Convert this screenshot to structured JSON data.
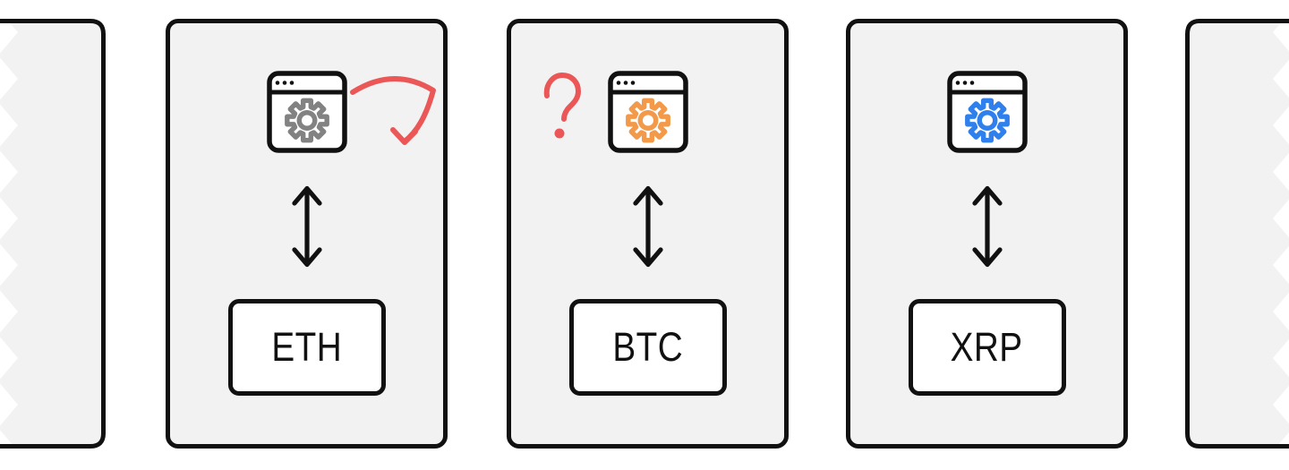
{
  "diagram": {
    "description_labels": [],
    "colors": {
      "outline": "#111111",
      "card_background": "#F2F2F2",
      "page_background": "#FFFFFF",
      "annotation_red": "#EB5757",
      "gear_gray": "#828282",
      "gear_orange": "#F2994A",
      "gear_blue": "#2F80ED"
    },
    "cards": [
      {
        "token": "ETH",
        "gear_color": "#828282",
        "gear_icon": "gear-icon-gray",
        "annotation": "curved-redo-arrow"
      },
      {
        "token": "BTC",
        "gear_color": "#F2994A",
        "gear_icon": "gear-icon-orange",
        "annotation": "question-mark"
      },
      {
        "token": "XRP",
        "gear_color": "#2F80ED",
        "gear_icon": "gear-icon-blue",
        "annotation": "none"
      }
    ],
    "icons": {
      "browser": "browser-window-icon",
      "gear": "gear-icon",
      "vertical_arrow": "double-headed-arrow-icon",
      "redo_arrow": "curved-arrow-icon",
      "question": "question-mark-icon",
      "torn_edge_left": "zigzag-torn-edge-left",
      "torn_edge_right": "zigzag-torn-edge-right"
    }
  }
}
